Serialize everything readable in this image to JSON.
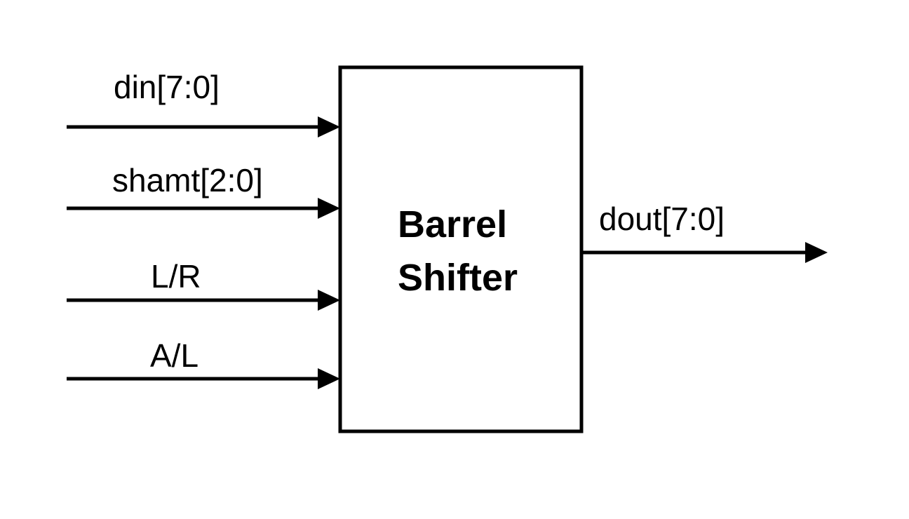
{
  "block": {
    "title_line1": "Barrel",
    "title_line2": "Shifter"
  },
  "inputs": [
    {
      "label": "din[7:0]"
    },
    {
      "label": "shamt[2:0]"
    },
    {
      "label": "L/R"
    },
    {
      "label": "A/L"
    }
  ],
  "outputs": [
    {
      "label": "dout[7:0]"
    }
  ],
  "colors": {
    "line": "#000000",
    "background": "#ffffff"
  }
}
